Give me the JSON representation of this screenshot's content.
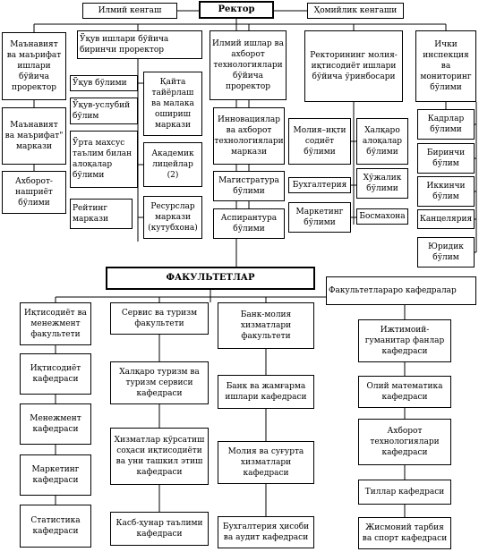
{
  "diagram": {
    "top": {
      "rector": "Ректор",
      "scientific_council": "Илмий кенгаш",
      "trustees_council": "Ҳомийлик кенгаши"
    },
    "col1": [
      "Маънавият ва маърифат ишлари бўйича проректор",
      "Маънавият ва маърифат\" маркази",
      "Ахборот-нашриёт бўлими"
    ],
    "col2": {
      "head": "Ўқув ишлари бўйича биринчи проректор",
      "items": [
        "Ўқув бўлими",
        "Ўқув-услубий бўлим",
        "Ўрта махсус таълим билан алоқалар бўлими",
        "Рейтинг маркази"
      ],
      "items_right": [
        "Қайта тайёрлаш ва малака ошириш маркази",
        "Академик лицейлар (2)",
        "Ресурслар маркази (кутубхона)"
      ]
    },
    "col3": {
      "head": "Илмий ишлар ва ахборот технологиялари бўйича проректор",
      "items": [
        "Инновациялар ва ахборот технологиялари маркази",
        "Магистратура бўлими",
        "Аспирантура бўлими"
      ]
    },
    "col4": {
      "head": "Ректорининг молия-иқтисодиёт ишлари бўйича ўринбосари",
      "items_left": [
        "Молия–иқти содиёт бўлими",
        "Бухгалтерия",
        "Маркетинг бўлими"
      ],
      "items_right": [
        "Халқаро алоқалар бўлими",
        "Хўжалик бўлими",
        "Босмахона"
      ]
    },
    "col5": [
      "Ички инспекция ва мониторинг бўлими",
      "Кадрлар бўлими",
      "Биринчи бўлим",
      "Иккинчи бўлим",
      "Канцелярия",
      "Юридик бўлим"
    ],
    "faculties_title": "ФАКУЛЬТЕТЛАР",
    "faculties": [
      {
        "name": "Иқтисодиёт ва менежмент факультети",
        "departments": [
          "Иқтисодиёт кафедраси",
          "Менежмент кафедраси",
          "Маркетинг кафедраси",
          "Статистика кафедраси"
        ]
      },
      {
        "name": "Сервис ва туризм факультети",
        "departments": [
          "Халқаро туризм ва туризм сервиси кафедраси",
          "Хизматлар кўрсатиш соҳаси иқтисодиёти ва уни ташкил этиш кафедраси",
          "Касб-ҳунар таълими кафедраси"
        ]
      },
      {
        "name": "Банк-молия хизматлари факультети",
        "departments": [
          "Банк ва жамғарма ишлари кафедраси",
          "Молия ва суғурта хизматлари кафедраси",
          "Бухгалтерия ҳисоби ва аудит кафедраси"
        ]
      }
    ],
    "interfaculty": {
      "name": "Факультетлараро кафедралар",
      "departments": [
        "Ижтимоий-гуманитар фанлар кафедраси",
        "Олий математика кафедраси",
        "Ахборот технологиялари кафедраси",
        "Тиллар кафедраси",
        "Жисмоний тарбия ва спорт кафедраси"
      ]
    }
  }
}
